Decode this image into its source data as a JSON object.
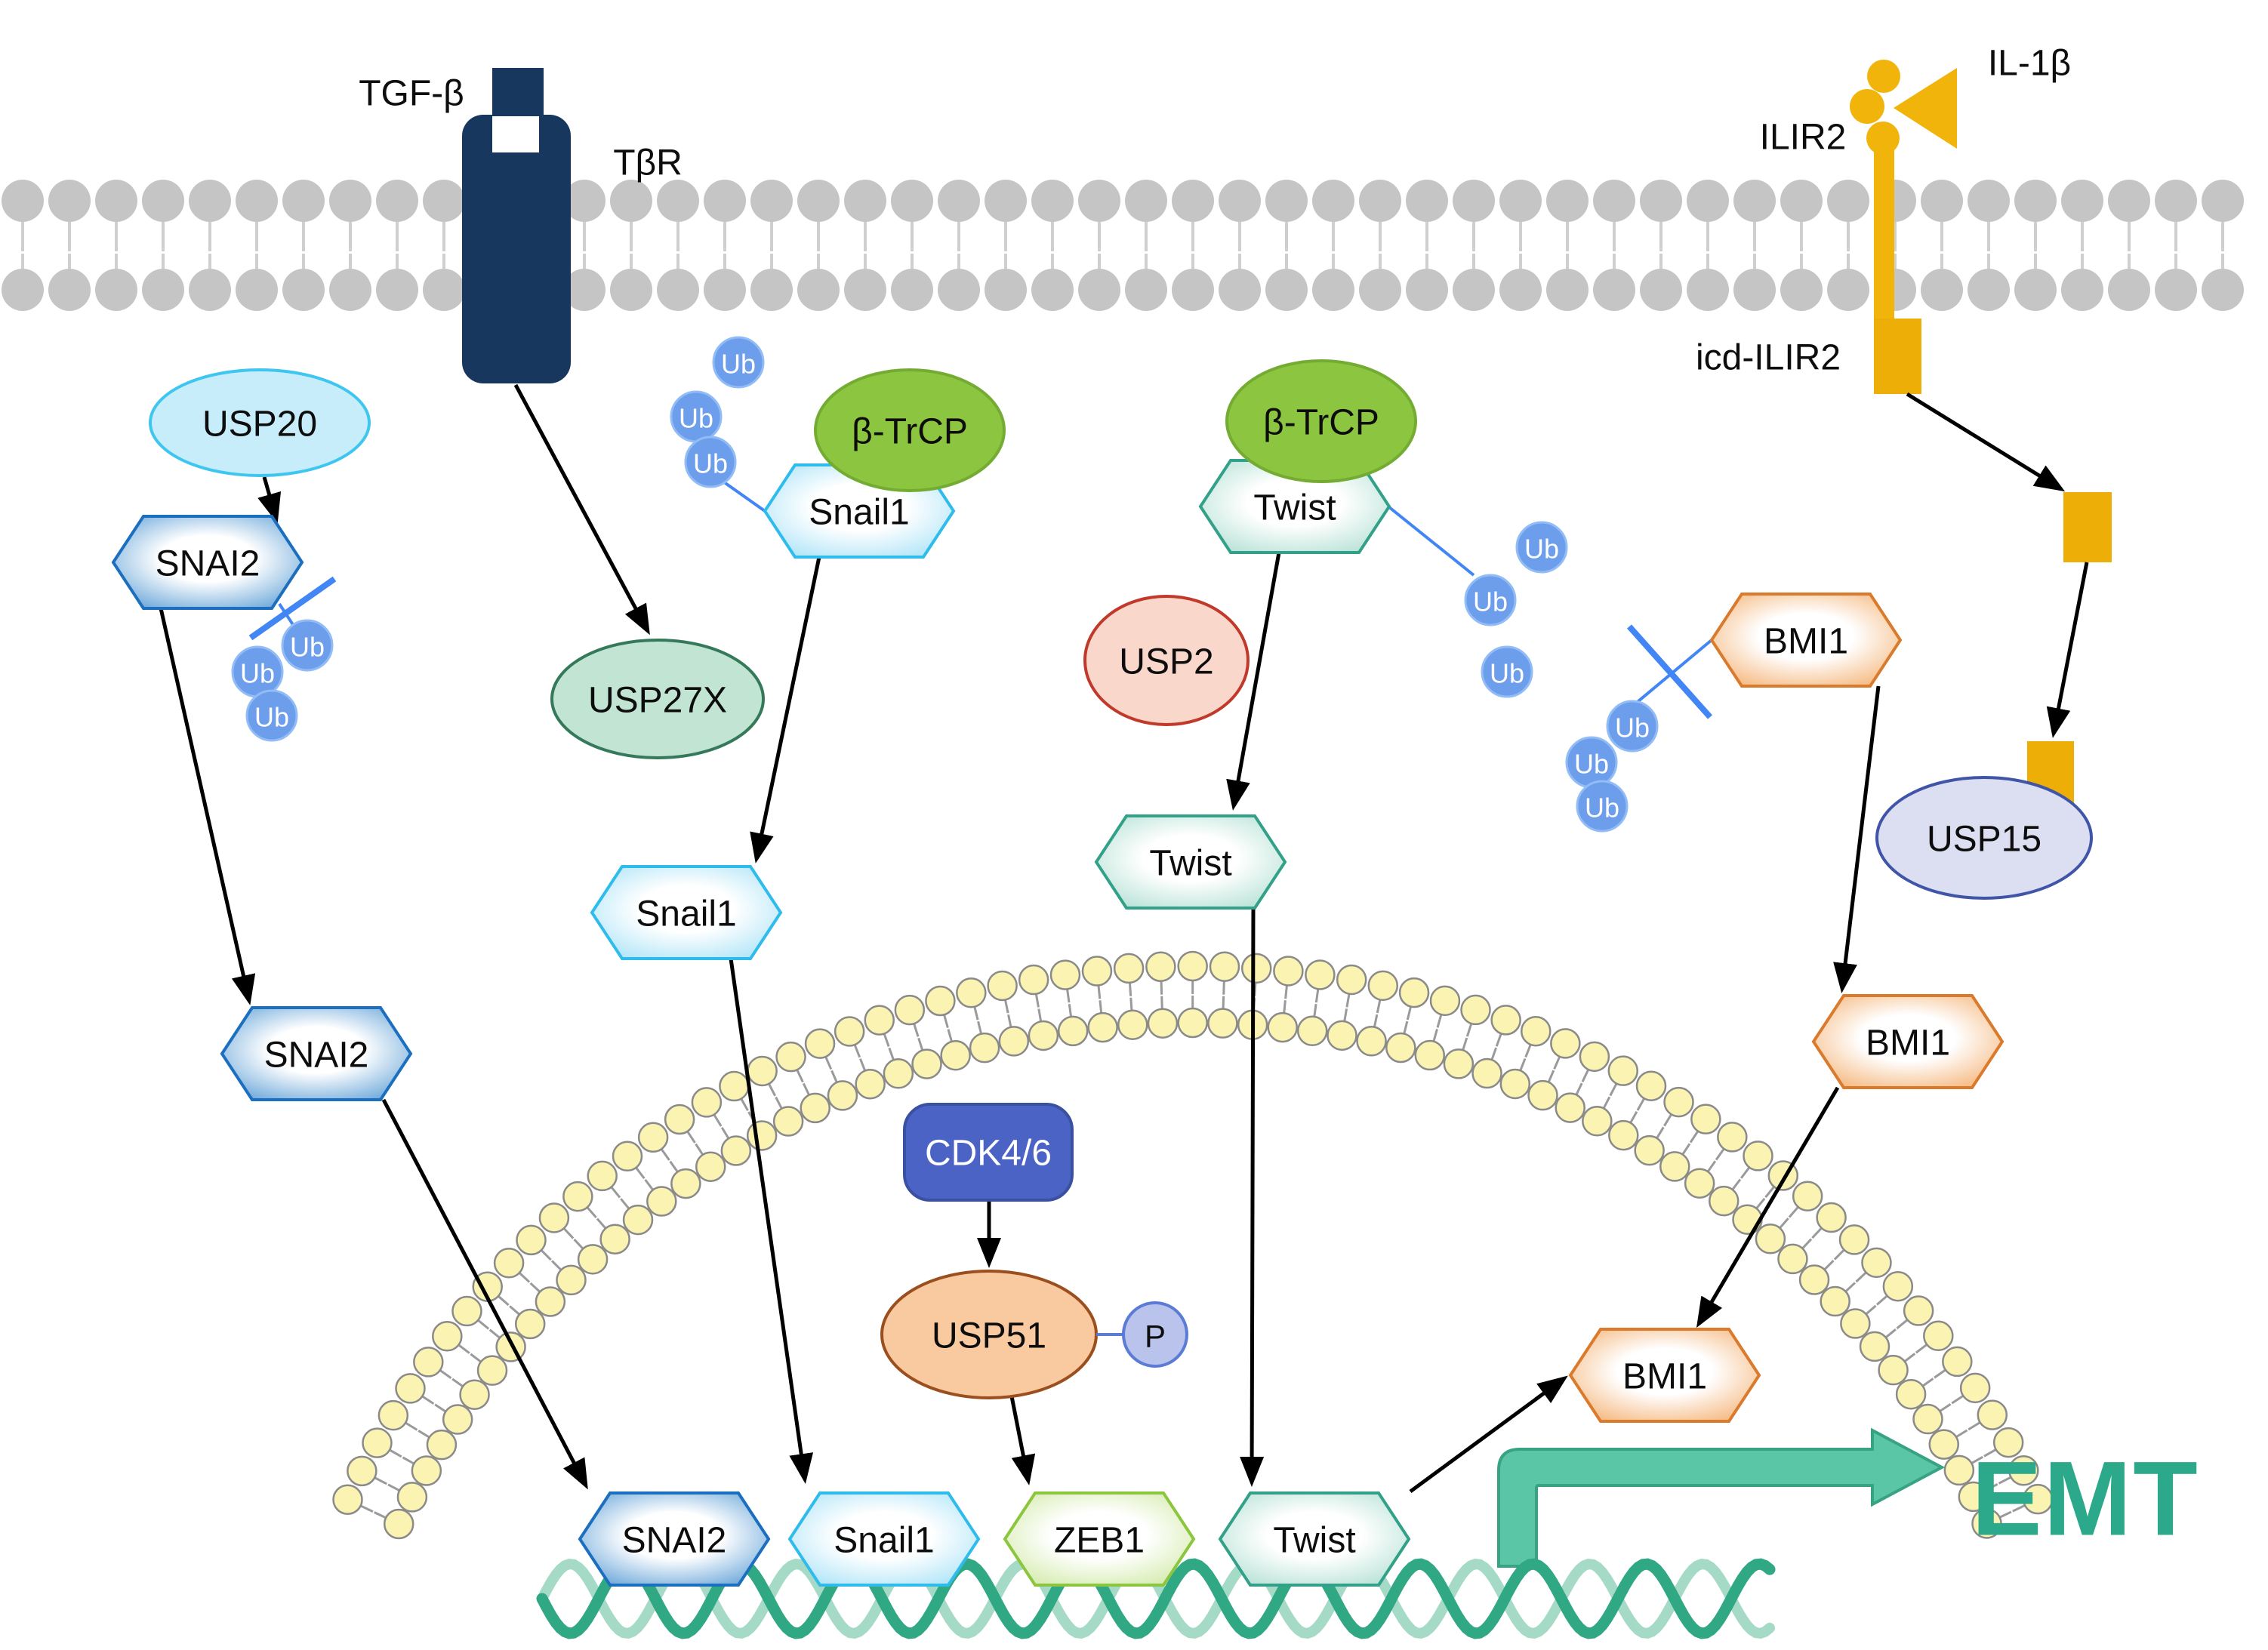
{
  "title": "EMT transcription factor deubiquitination pathway diagram",
  "labels": {
    "tgf_beta": "TGF-β",
    "tbr": "TβR",
    "il1b": "IL-1β",
    "ilir2": "ILIR2",
    "icd_ilir2": "icd-ILIR2",
    "usp20": "USP20",
    "usp27x": "USP27X",
    "usp2": "USP2",
    "usp15": "USP15",
    "usp51": "USP51",
    "cdk46": "CDK4/6",
    "btrcp": "β-TrCP",
    "snai2": "SNAI2",
    "snail1": "Snail1",
    "twist": "Twist",
    "zeb1": "ZEB1",
    "bmi1": "BMI1",
    "ub": "Ub",
    "p": "P",
    "emt": "EMT"
  },
  "colors": {
    "receptor_navy": "#17375E",
    "membrane_gray": "#C5C5C5",
    "gold": "#F1B40A",
    "usp20_fill": "#C8EDFA",
    "usp20_border": "#3EC6F0",
    "btrcp_fill": "#8CC540",
    "usp27x_fill": "#C2E5D3",
    "usp2_fill": "#FAD7CB",
    "usp2_border": "#C0392B",
    "usp15_fill": "#DCDFF2",
    "usp51_fill": "#F9C9A0",
    "cdk46_fill": "#4A63C4",
    "ub_blue": "#6D9EEC",
    "inhibit_blue": "#4285F4",
    "snai2_edge": "#4E96D2",
    "snail1_edge": "#9EDFF6",
    "twist_edge": "#A8DCCD",
    "zeb1_edge": "#CBE79B",
    "bmi1_edge": "#F3A964",
    "dna_teal": "#2FA883",
    "emt_teal": "#5BC6A5",
    "nuclear_bead": "#FAF3B2"
  }
}
